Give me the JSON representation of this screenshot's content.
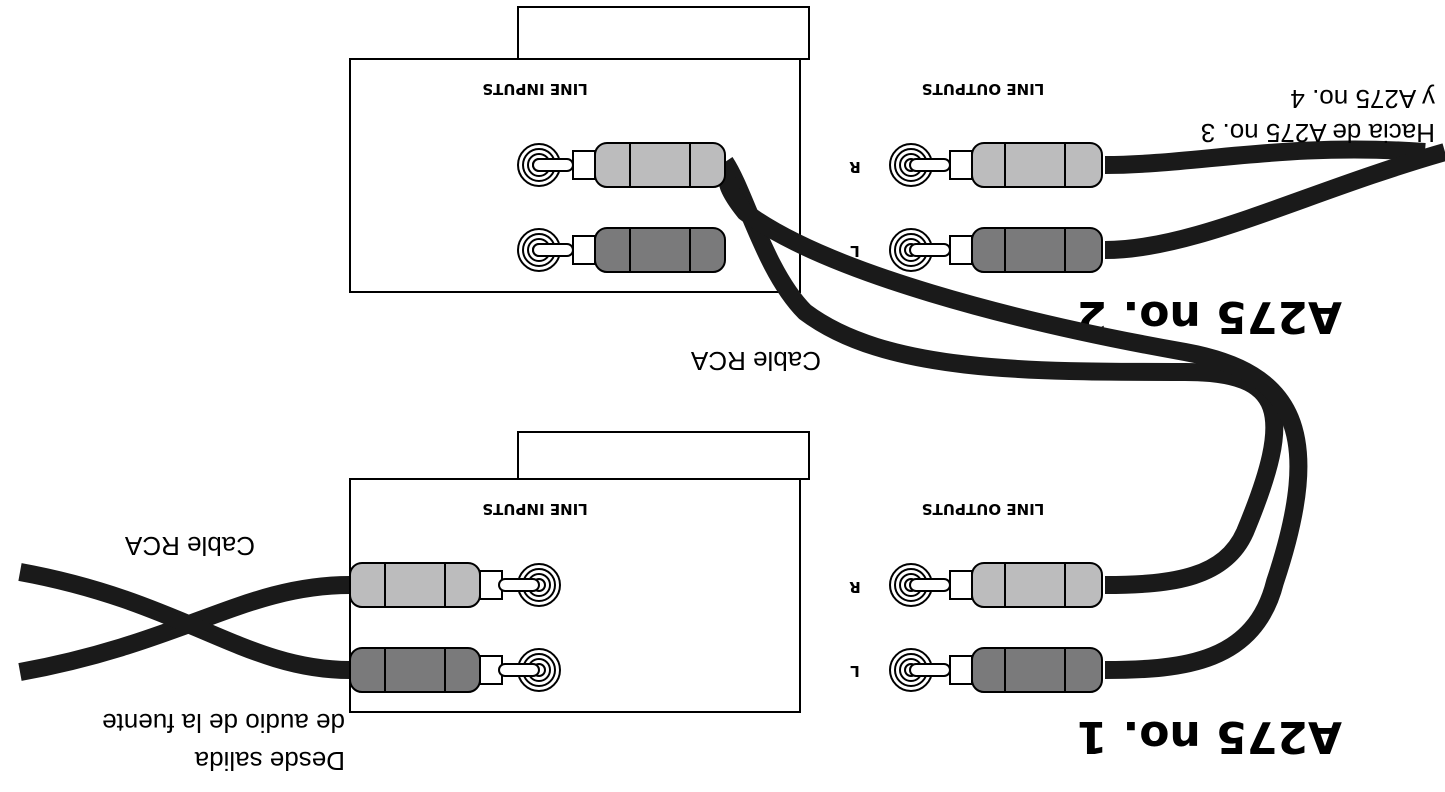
{
  "colors": {
    "cable": "#1a1a1a",
    "plug_light": "#bcbcbd",
    "plug_dark": "#7a7a7b",
    "outline": "#000000",
    "background": "#ffffff"
  },
  "units": [
    {
      "title": "A275 no. 1",
      "line_inputs_label": "LINE INPUTS",
      "line_outputs_label": "LINE OUTPUTS",
      "channel_r": "R",
      "channel_l": "L"
    },
    {
      "title": "A275 no. 2",
      "line_inputs_label": "LINE INPUTS",
      "line_outputs_label": "LINE OUTPUTS",
      "channel_r": "R",
      "channel_l": "L"
    }
  ],
  "callouts": {
    "cable_rca_between": "Cable RCA",
    "cable_rca_source": "Cable RCA",
    "source_line1": "Desde salida",
    "source_line2": "de audio de la fuente",
    "to_next_line1": "Hacia de A275 no. 3",
    "to_next_line2": "y A275 no. 4"
  }
}
